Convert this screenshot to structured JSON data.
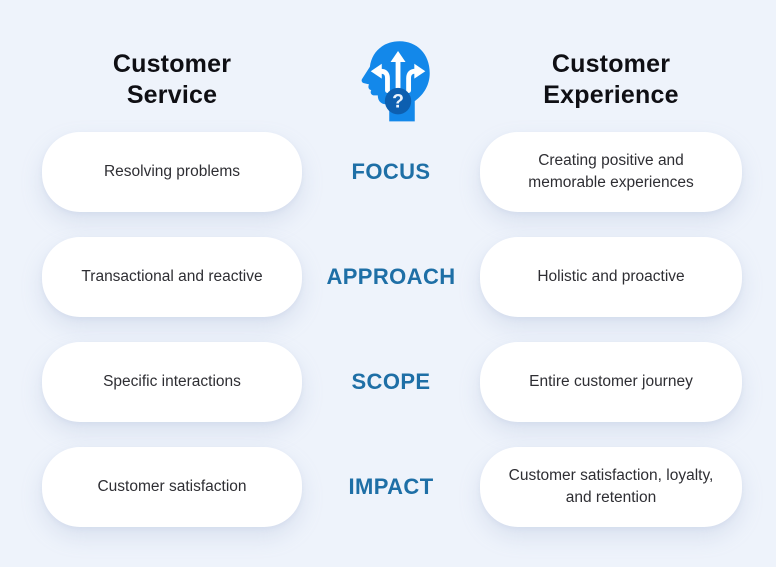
{
  "colors": {
    "background": "#EEF3FB",
    "card_background": "#FFFFFF",
    "heading_text": "#0F0F14",
    "card_text": "#2E2E33",
    "row_label_text": "#1E6FA6",
    "icon_head_blue": "#1388EA",
    "icon_question_circle_blue": "#0D5FB0"
  },
  "header": {
    "left_title": "Customer Service",
    "right_title": "Customer Experience",
    "center_icon": "head-with-arrows-question-icon"
  },
  "rows": [
    {
      "label": "FOCUS",
      "service": "Resolving problems",
      "experience": "Creating positive and memorable experiences"
    },
    {
      "label": "APPROACH",
      "service": "Transactional and reactive",
      "experience": "Holistic and proactive"
    },
    {
      "label": "SCOPE",
      "service": "Specific interactions",
      "experience": "Entire customer journey"
    },
    {
      "label": "IMPACT",
      "service": "Customer satisfaction",
      "experience": "Customer satisfaction, loyalty, and retention"
    }
  ]
}
